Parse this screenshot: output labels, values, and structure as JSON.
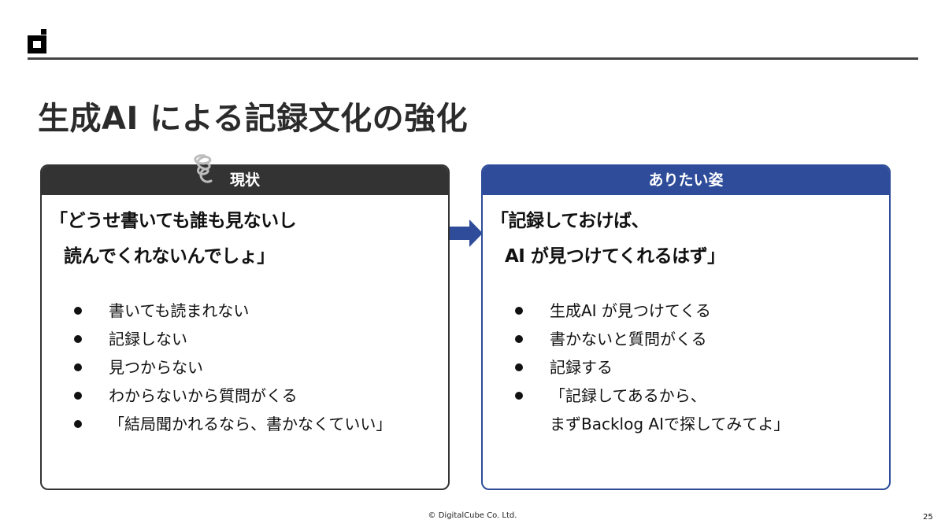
{
  "slide": {
    "title": "生成AI による記録文化の強化",
    "footer": "© DigitalCube Co. Ltd.",
    "page_number": "25"
  },
  "colors": {
    "current_header": "#333333",
    "ideal_header": "#2e4c9a",
    "arrow": "#2e4c9a",
    "rule": "#444444"
  },
  "panels": {
    "current": {
      "header": "現状",
      "icon": "tangle-icon",
      "quote_line1": "「どうせ書いても誰も見ないし",
      "quote_line2": "読んでくれないんでしょ」",
      "bullets": [
        "書いても読まれない",
        "記録しない",
        "見つからない",
        "わからないから質問がくる",
        "「結局聞かれるなら、書かなくていい」"
      ]
    },
    "ideal": {
      "header": "ありたい姿",
      "quote_line1": "「記録しておけば、",
      "quote_line2": "AI が見つけてくれるはず」",
      "bullets": [
        "生成AI が見つけてくる",
        "書かないと質問がくる",
        "記録する",
        "「記録してあるから、"
      ],
      "bullet_continuation": "まずBacklog AIで探してみてよ」"
    }
  }
}
